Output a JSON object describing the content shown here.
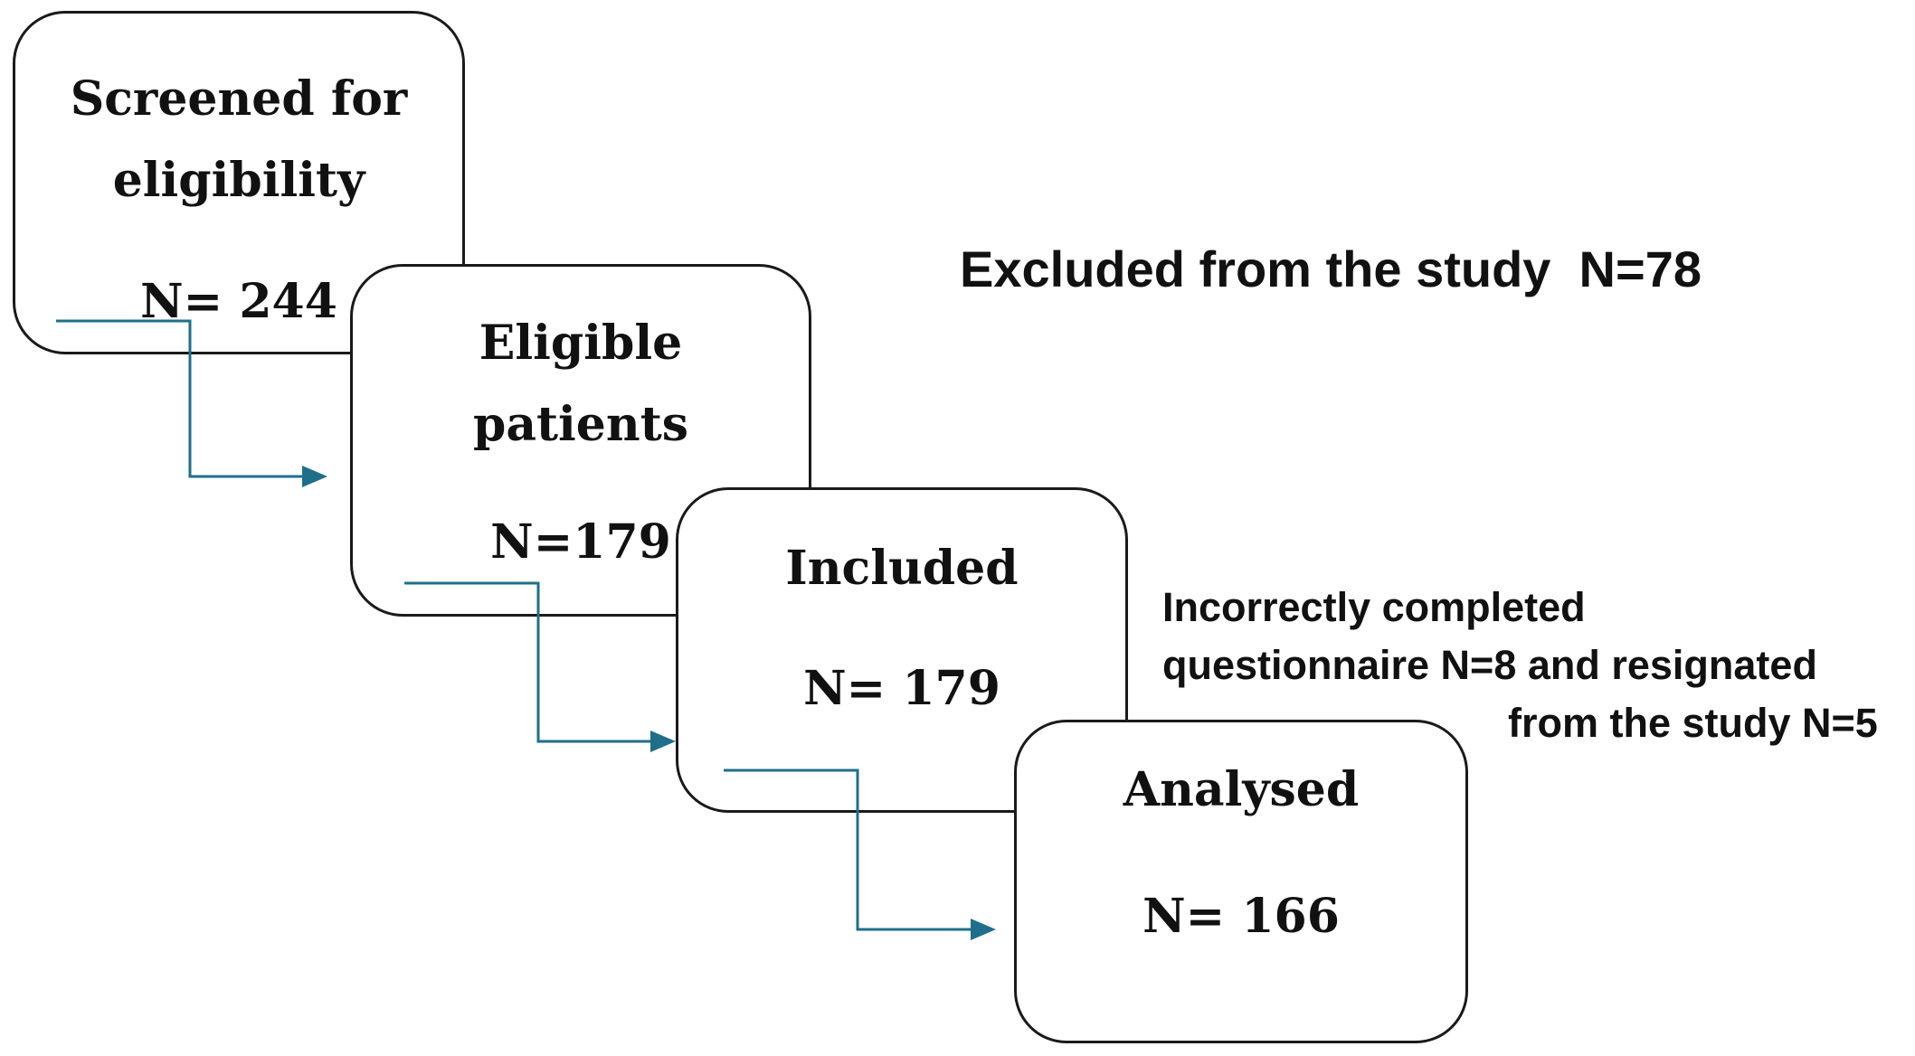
{
  "flow_boxes": [
    {
      "lines": [
        "Screened for",
        "eligibility"
      ],
      "count": "N= 244"
    },
    {
      "lines": [
        "Eligible",
        "patients"
      ],
      "count": "N=179"
    },
    {
      "lines": [
        "Included"
      ],
      "count": "N= 179"
    },
    {
      "lines": [
        "Analysed"
      ],
      "count": "N= 166"
    }
  ],
  "exclusions": {
    "eligibility": "Excluded from the study  N=78",
    "analysis_line1": "Incorrectly completed",
    "analysis_line2": "questionnaire N=8 and resignated",
    "analysis_line3": "from the study N=5"
  },
  "colors": {
    "arrow": "#1f6f8b",
    "border": "#1a1a1a",
    "text": "#111111"
  }
}
